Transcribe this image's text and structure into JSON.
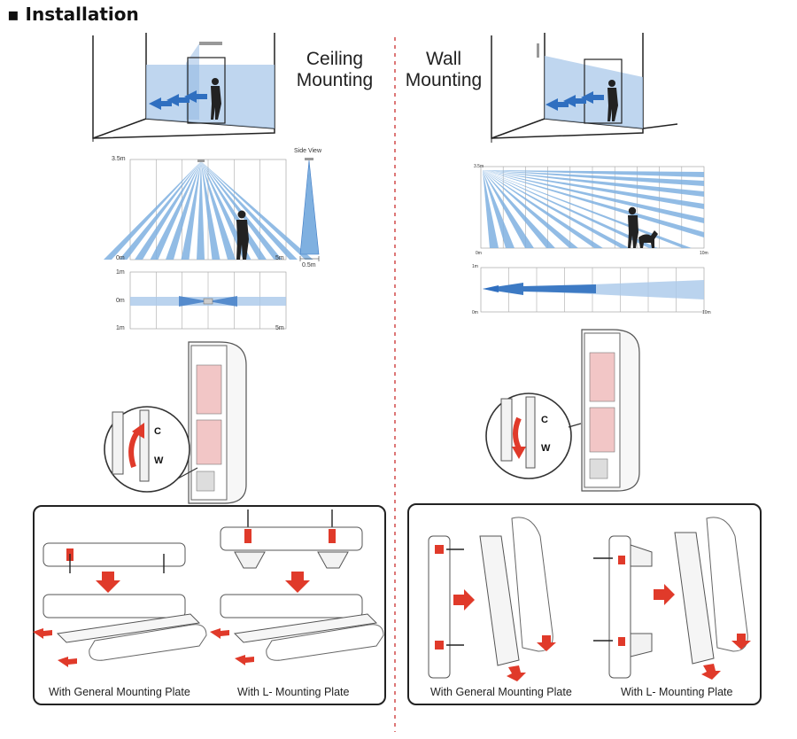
{
  "header": {
    "title": "▪ Installation"
  },
  "ceiling": {
    "label_line1": "Ceiling",
    "label_line2": "Mounting",
    "side_view_label": "Side View",
    "side_view_width": "0.5m",
    "height_top": "3.5m",
    "height_bottom": "0m",
    "range_end": "5m",
    "top_scale": {
      "top": "1m",
      "mid": "0m",
      "bottom": "1m",
      "end": "5m"
    },
    "switch_top": "C",
    "switch_bottom": "W",
    "captions": [
      "With General Mounting Plate",
      "With L- Mounting Plate"
    ]
  },
  "wall": {
    "label_line1": "Wall",
    "label_line2": "Mounting",
    "height_top": "3.5m",
    "height_bottom": "0m",
    "range_end": "10m",
    "top_scale": {
      "top": "1m",
      "bottom": "0m",
      "end": "10m"
    },
    "switch_top": "C",
    "switch_bottom": "W",
    "captions": [
      "With General Mounting Plate",
      "With L- Mounting Plate"
    ]
  },
  "colors": {
    "beam": "#7fb0e0",
    "beam_dark": "#3d7ac4",
    "arrow_red": "#e03a2a",
    "divider": "#d24a4a",
    "sensor_pink": "#f2c6c6"
  }
}
